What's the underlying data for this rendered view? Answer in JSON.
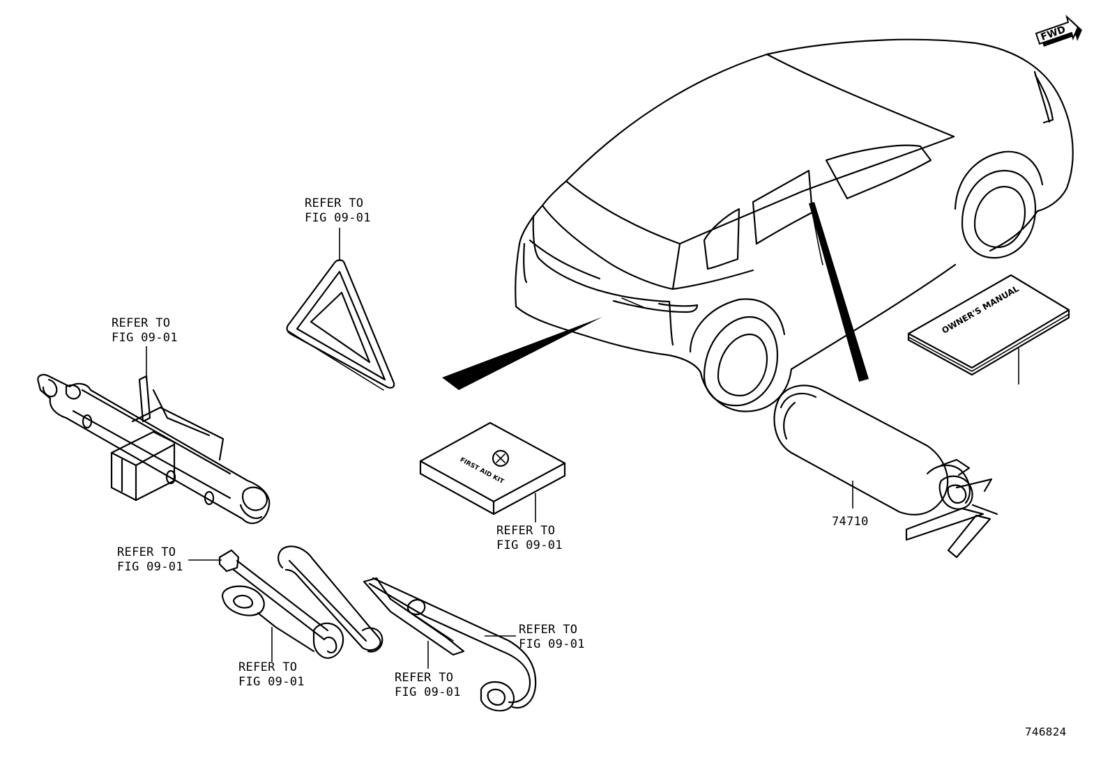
{
  "labels": {
    "refer_line1": "REFER TO",
    "refer_line2": "FIG 09-01",
    "part_fire_extinguisher": "74710",
    "diagram_id": "746824",
    "fwd": "FWD",
    "manual_cover": "OWNER'S MANUAL",
    "first_aid_cover": "FIRST AID KIT"
  },
  "colors": {
    "line": "#000000",
    "background": "#ffffff"
  }
}
